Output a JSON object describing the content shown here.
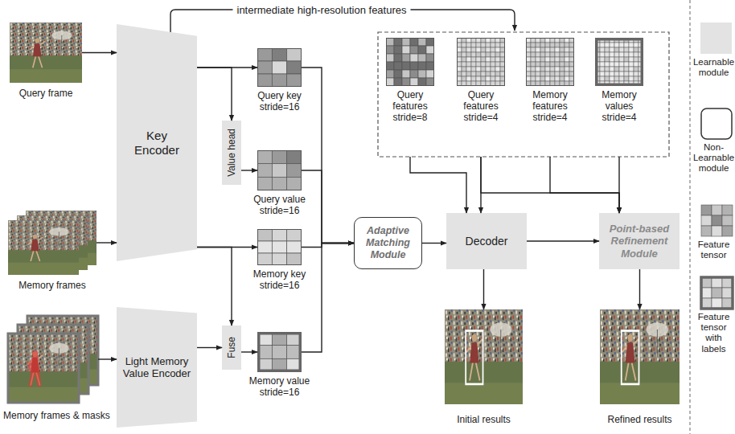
{
  "diagram": {
    "nodes": [
      {
        "text": [
          "Query frame"
        ]
      },
      {
        "text": [
          "Memory frames"
        ]
      },
      {
        "text": [
          "Memory frames & masks"
        ]
      },
      {
        "text": [
          "Key Encoder"
        ]
      },
      {
        "text": [
          "Light Memory Value Encoder"
        ]
      },
      {
        "text": [
          "Value head"
        ]
      },
      {
        "text": [
          "Fuse"
        ]
      },
      {
        "text": [
          "Query key stride=16"
        ]
      },
      {
        "text": [
          "Query value stride=16"
        ]
      },
      {
        "text": [
          "Memory key stride=16"
        ]
      },
      {
        "text": [
          "Memory value stride=16"
        ]
      },
      {
        "text": [
          "Adaptive Matching Module"
        ]
      },
      {
        "text": [
          "Query features stride=8"
        ]
      },
      {
        "text": [
          "Query features stride=4"
        ]
      },
      {
        "text": [
          "Memory features stride=4"
        ]
      },
      {
        "text": [
          "Memory values stride=4"
        ]
      },
      {
        "text": [
          "Decoder"
        ]
      },
      {
        "text": [
          "Point-based Refinement Module"
        ]
      },
      {
        "text": [
          "Initial results"
        ]
      },
      {
        "text": [
          "Refined results"
        ]
      }
    ],
    "edges": [
      {
        "from": 0,
        "to": 3,
        "arrow": "to"
      },
      {
        "from": 1,
        "to": 3,
        "arrow": "to"
      },
      {
        "from": 2,
        "to": 4,
        "arrow": "to"
      },
      {
        "from": 3,
        "to": 7,
        "arrow": "to"
      },
      {
        "from": 3,
        "to": 5,
        "arrow": "to"
      },
      {
        "from": 5,
        "to": 8,
        "arrow": "to"
      },
      {
        "from": 3,
        "to": 9,
        "arrow": "to"
      },
      {
        "from": 3,
        "to": 6,
        "arrow": "to"
      },
      {
        "from": 4,
        "to": 6,
        "arrow": "to"
      },
      {
        "from": 6,
        "to": 10,
        "arrow": "to"
      },
      {
        "from": 7,
        "to": 11,
        "arrow": "to"
      },
      {
        "from": 8,
        "to": 11,
        "arrow": "to"
      },
      {
        "from": 9,
        "to": 11,
        "arrow": "to"
      },
      {
        "from": 10,
        "to": 11,
        "arrow": "to"
      },
      {
        "from": 11,
        "to": 16,
        "arrow": "to"
      },
      {
        "from": 12,
        "to": 16,
        "arrow": "to"
      },
      {
        "from": 13,
        "to": 16,
        "arrow": "to"
      },
      {
        "from": 13,
        "to": 17,
        "arrow": "to"
      },
      {
        "from": 14,
        "to": 17,
        "arrow": "to"
      },
      {
        "from": 15,
        "to": 17,
        "arrow": "to"
      },
      {
        "from": 16,
        "to": 17,
        "arrow": "to"
      },
      {
        "from": 16,
        "to": 18,
        "arrow": "to"
      },
      {
        "from": 17,
        "to": 19,
        "arrow": "to"
      }
    ],
    "labels": [
      "intermediate high-resolution features"
    ],
    "legend": [
      {
        "text": "Learnable module",
        "color": "#e3e3e3"
      },
      {
        "text": "Non-Learnable module"
      },
      {
        "text": "Feature tensor"
      },
      {
        "text": "Feature tensor with labels"
      }
    ]
  }
}
